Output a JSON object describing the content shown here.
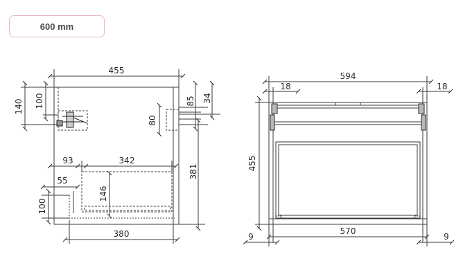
{
  "size_selector": {
    "label": "600 mm"
  },
  "side_view": {
    "width": "455",
    "depth_offset_85": "85",
    "depth_offset_34": "34",
    "height_381": "381",
    "left_140": "140",
    "left_100_top": "100",
    "pipe_80": "80",
    "inner_93": "93",
    "inner_342": "342",
    "inner_55": "55",
    "inner_146": "146",
    "left_100_bottom": "100",
    "bottom_380": "380"
  },
  "front_view": {
    "width": "594",
    "side_left_18": "18",
    "side_right_18": "18",
    "height_455": "455",
    "bottom_570": "570",
    "bottom_left_9": "9",
    "bottom_right_9": "9"
  }
}
